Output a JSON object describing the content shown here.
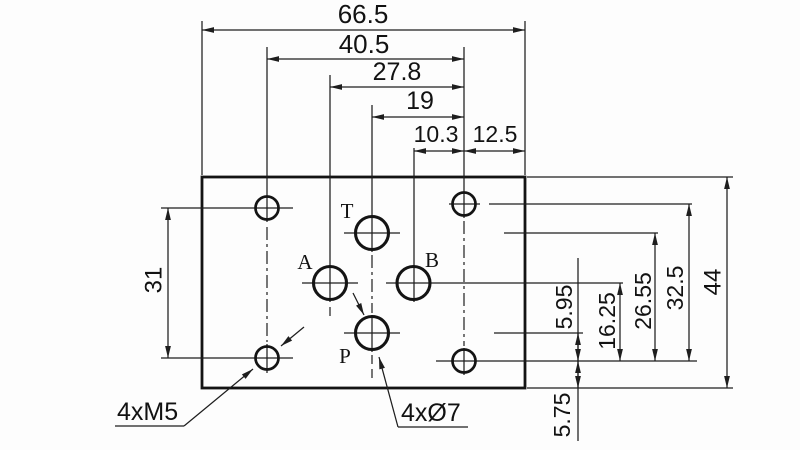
{
  "meta": {
    "drawing_type": "technical dimension drawing",
    "subject": "valve mounting plate with ports T, A, B, P",
    "units_implied": "mm"
  },
  "colors": {
    "line": "#1e1e1e",
    "text": "#121212",
    "background": "#fdfdfd"
  },
  "dimensions": {
    "top": [
      {
        "name": "overall-width",
        "value": "66.5"
      },
      {
        "name": "mount-hole-horizontal-span",
        "value": "40.5"
      },
      {
        "name": "port-a-to-right-mount-hole",
        "value": "27.8"
      },
      {
        "name": "port-tp-to-right-mount-hole",
        "value": "19"
      },
      {
        "name": "port-b-to-right-mount-hole",
        "value": "10.3"
      },
      {
        "name": "right-mount-hole-to-edge",
        "value": "12.5"
      }
    ],
    "left": [
      {
        "name": "left-mount-hole-vertical-spacing",
        "value": "31"
      }
    ],
    "right": [
      {
        "name": "port-p-above-mount-hole",
        "value": "5.95"
      },
      {
        "name": "ports-ab-above-mount-hole",
        "value": "16.25"
      },
      {
        "name": "port-t-above-mount-hole",
        "value": "26.55"
      },
      {
        "name": "mount-hole-vertical-span",
        "value": "32.5"
      },
      {
        "name": "overall-height",
        "value": "44"
      },
      {
        "name": "mount-hole-to-bottom-edge",
        "value": "5.75"
      }
    ]
  },
  "ports": [
    {
      "label": "T"
    },
    {
      "label": "A"
    },
    {
      "label": "B"
    },
    {
      "label": "P"
    }
  ],
  "callouts": [
    {
      "name": "mounting-holes-callout",
      "label": "4xM5"
    },
    {
      "name": "port-holes-callout",
      "label": "4xØ7"
    }
  ]
}
